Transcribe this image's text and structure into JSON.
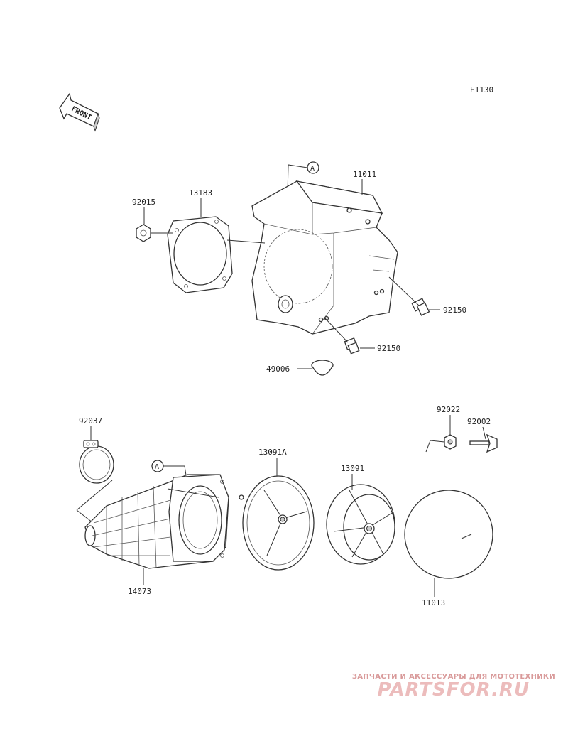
{
  "diagram_code": "E1130",
  "front_label": "FRONT",
  "ref_marker": "A",
  "parts": {
    "p11011": "11011",
    "p13183": "13183",
    "p92015": "92015",
    "p92150_a": "92150",
    "p92150_b": "92150",
    "p49006": "49006",
    "p92037": "92037",
    "p13091A": "13091A",
    "p13091": "13091",
    "p92022": "92022",
    "p92002": "92002",
    "p14073": "14073",
    "p11013": "11013"
  },
  "watermark": {
    "subtitle": "ЗАПЧАСТИ И АКСЕССУАРЫ ДЛЯ МОТОТЕХНИКИ",
    "brand": "PARTSFOR.RU",
    "color": "#e8a9a9"
  }
}
